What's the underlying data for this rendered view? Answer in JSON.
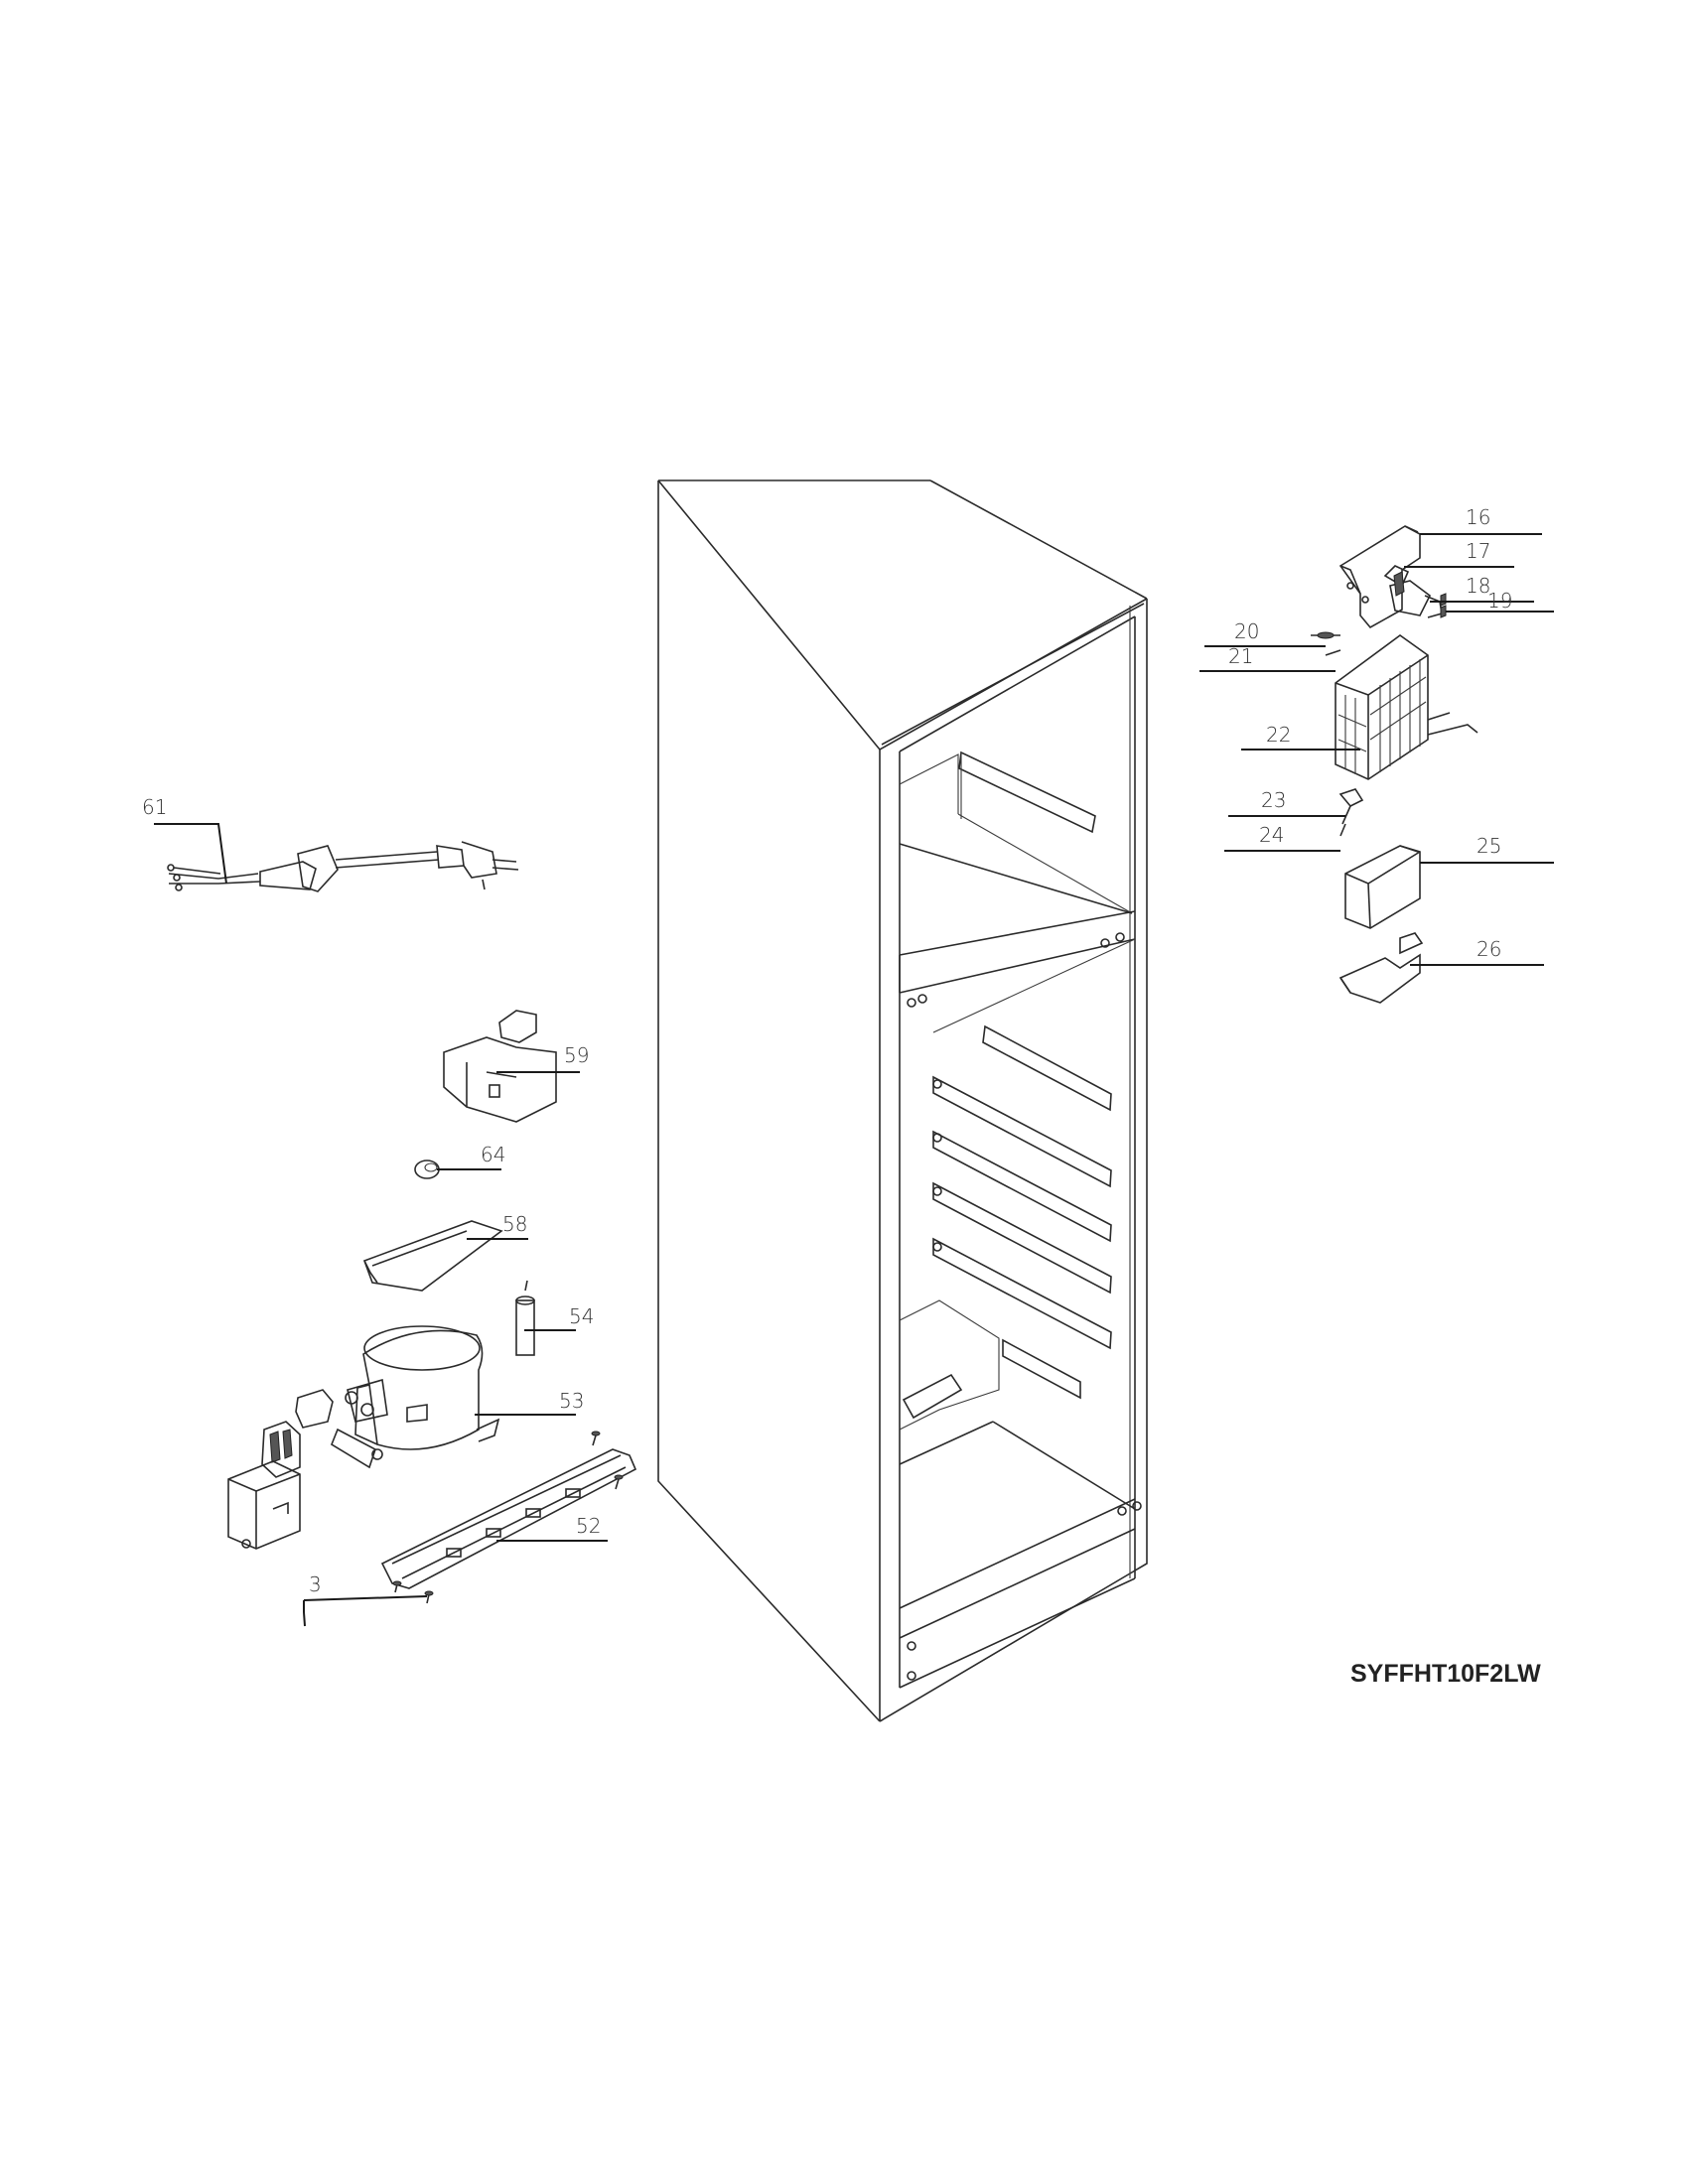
{
  "model_number": "SYFFHT10F2LW",
  "callouts": {
    "c3": "3",
    "c16": "16",
    "c17": "17",
    "c18": "18",
    "c19": "19",
    "c20": "20",
    "c21": "21",
    "c22": "22",
    "c23": "23",
    "c24": "24",
    "c25": "25",
    "c26": "26",
    "c52": "52",
    "c53": "53",
    "c54": "54",
    "c58": "58",
    "c59": "59",
    "c61": "61",
    "c64": "64"
  }
}
